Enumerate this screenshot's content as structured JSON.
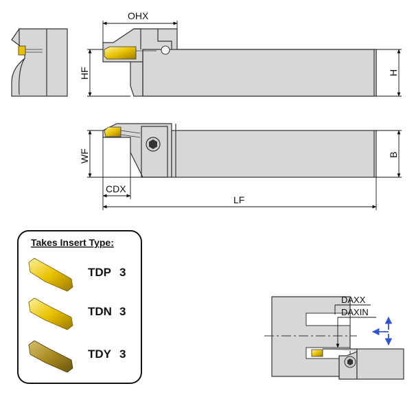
{
  "dimensions": {
    "ohx": "OHX",
    "hf": "HF",
    "h": "H",
    "wf": "WF",
    "b": "B",
    "cdx": "CDX",
    "lf": "LF",
    "daxx": "DAXX",
    "daxin": "DAXIN"
  },
  "insert_box": {
    "title": "Takes Insert Type:",
    "items": [
      {
        "code": "TDP",
        "size": "3"
      },
      {
        "code": "TDN",
        "size": "3"
      },
      {
        "code": "TDY",
        "size": "3"
      }
    ]
  },
  "colors": {
    "body": "#d7d7d7",
    "insert_gold": "#e8c200",
    "arrow_blue": "#3355cc",
    "outline": "#333333"
  }
}
